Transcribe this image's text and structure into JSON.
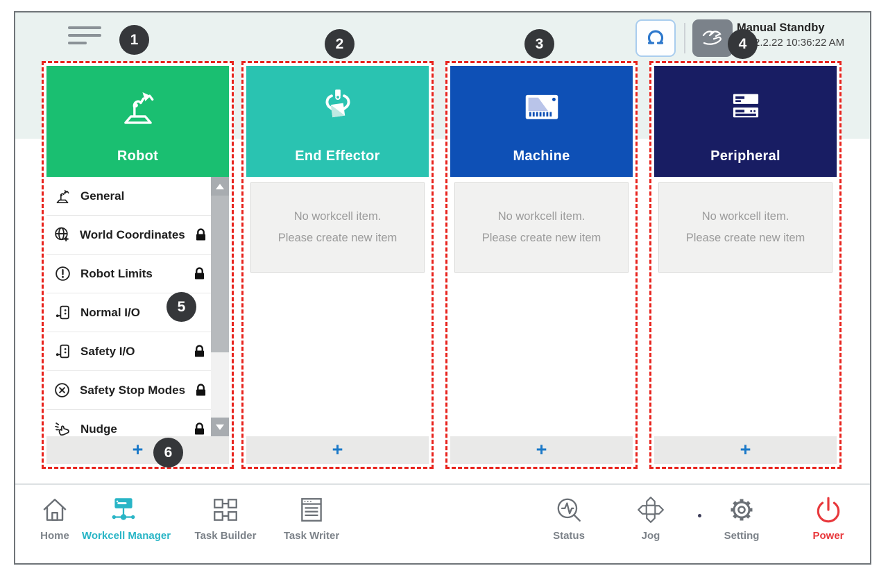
{
  "topbar": {
    "hamburger_icon": "menu-icon",
    "gripper_button_icon": "gripper-icon",
    "hand_button_icon": "manual-hand-icon",
    "status_mode": "Manual Standby",
    "status_time": "2022.2.22 10:36:22 AM"
  },
  "columns": [
    {
      "label": "Robot",
      "color": "#1abf71",
      "icon": "robot-arm-icon"
    },
    {
      "label": "End Effector",
      "color": "#2ac3b1",
      "icon": "end-effector-gripper-icon"
    },
    {
      "label": "Machine",
      "color": "#0e50b6",
      "icon": "machine-icon"
    },
    {
      "label": "Peripheral",
      "color": "#181d63",
      "icon": "peripheral-server-icon"
    }
  ],
  "robot_menu": [
    {
      "label": "General",
      "icon": "robot-arm-icon",
      "locked": false
    },
    {
      "label": "World Coordinates",
      "icon": "world-coordinates-icon",
      "locked": true
    },
    {
      "label": "Robot Limits",
      "icon": "robot-limits-icon",
      "locked": true
    },
    {
      "label": "Normal I/O",
      "icon": "io-icon",
      "locked": false
    },
    {
      "label": "Safety I/O",
      "icon": "io-icon",
      "locked": true
    },
    {
      "label": "Safety Stop Modes",
      "icon": "stop-modes-icon",
      "locked": true
    },
    {
      "label": "Nudge",
      "icon": "nudge-icon",
      "locked": true
    }
  ],
  "empty_state": {
    "line1": "No workcell item.",
    "line2": "Please create new item"
  },
  "add_label": "+",
  "callouts": [
    "1",
    "2",
    "3",
    "4",
    "5",
    "6"
  ],
  "bottom_nav": [
    {
      "label": "Home",
      "icon": "home-icon"
    },
    {
      "label": "Workcell Manager",
      "icon": "workcell-manager-icon",
      "active": true
    },
    {
      "label": "Task Builder",
      "icon": "task-builder-icon"
    },
    {
      "label": "Task Writer",
      "icon": "task-writer-icon"
    },
    {
      "label": "Status",
      "icon": "status-icon"
    },
    {
      "label": "Jog",
      "icon": "jog-icon"
    },
    {
      "label": "Setting",
      "icon": "setting-gear-icon"
    },
    {
      "label": "Power",
      "icon": "power-icon"
    }
  ],
  "colors": {
    "robot_green": "#1abf71",
    "end_effector_teal": "#2ac3b1",
    "machine_blue": "#0e50b6",
    "peripheral_navy": "#181d63",
    "red_dashed_border": "#e8231d",
    "active_nav_cyan": "#29b5c6",
    "power_red": "#e8383c",
    "add_plus_blue": "#1b79c8",
    "callout_bg": "#35373a"
  }
}
